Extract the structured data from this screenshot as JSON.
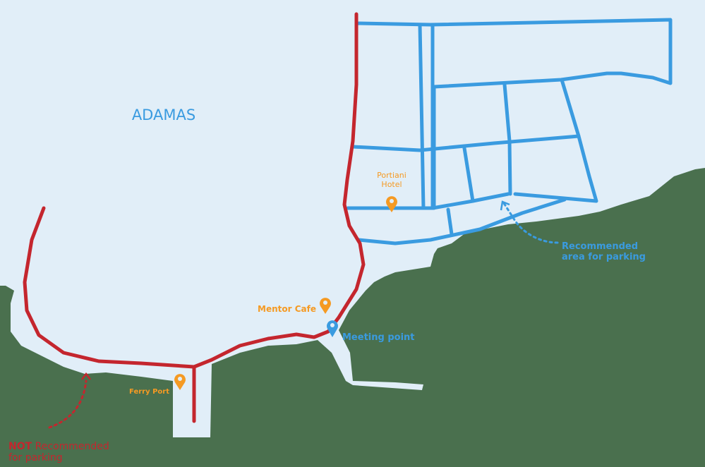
{
  "map": {
    "town_name": "ADAMAS",
    "colors": {
      "sea": "#4a704e",
      "land": "#e1eef8",
      "main_road": "#c4262e",
      "street": "#3a9be0",
      "poi": "#f59a23",
      "meeting": "#3a9be0",
      "warning": "#c4262e"
    },
    "pois": [
      {
        "name": "Portiani Hotel",
        "line1": "Portiani",
        "line2": "Hotel",
        "icon": "location-pin"
      },
      {
        "name": "Mentor Cafe",
        "label": "Mentor Cafe",
        "icon": "location-pin"
      },
      {
        "name": "Ferry Port",
        "label": "Ferry Port",
        "icon": "location-pin"
      }
    ],
    "meeting_point": {
      "label": "Meeting point",
      "icon": "location-pin"
    },
    "annotations": {
      "recommended": {
        "line1": "Recommended",
        "line2": "area for parking"
      },
      "not_recommended": {
        "line1_bold": "NOT",
        "line1_rest": " Recommended",
        "line2": "for parking"
      }
    }
  }
}
